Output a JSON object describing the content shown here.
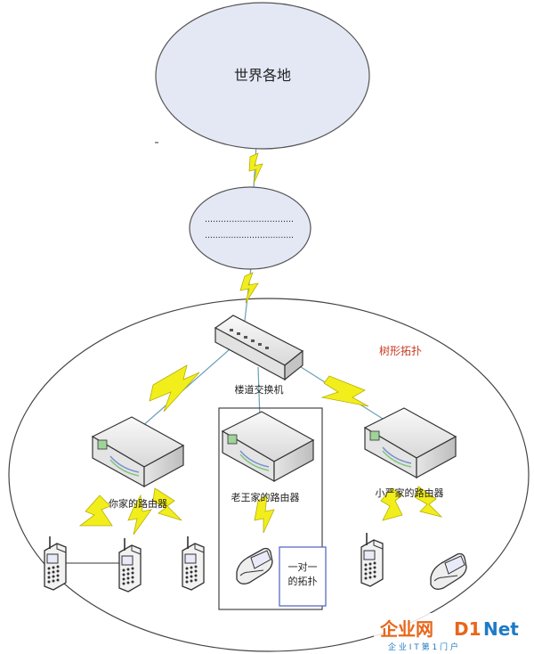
{
  "nodes": {
    "world": {
      "label": "世界各地"
    },
    "intermediate": {
      "line1": "……………………………",
      "line2": "……………………………."
    },
    "building_switch": {
      "label": "楼道交换机"
    },
    "router_left": {
      "label": "你家的路由器"
    },
    "router_middle": {
      "label": "老王家的路由器"
    },
    "router_right": {
      "label": "小严家的路由器"
    }
  },
  "annotations": {
    "tree_topology": "树形拓扑",
    "one_to_one_line1": "一对一",
    "one_to_one_line2": "的拓扑"
  },
  "watermark": {
    "logo_main": "企业网",
    "logo_d1": "D1",
    "logo_net": "Net",
    "tagline": "企 业 I T 第 1 门 户"
  },
  "colors": {
    "cloud_fill": "#e4e8f5",
    "lightning": "#f2ee1c",
    "annotation_red": "#c83a22",
    "device_fill": "#eeeeee",
    "accent_blue": "#5a6bc4",
    "watermark_orange": "#e8661a",
    "watermark_blue": "#1f7ac4"
  }
}
